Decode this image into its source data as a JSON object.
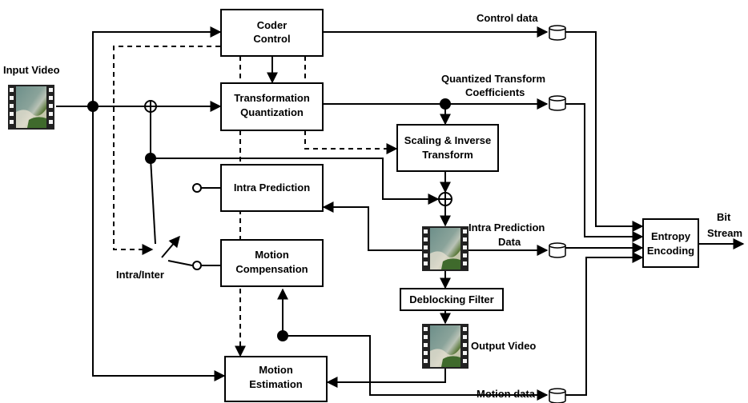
{
  "blocks": {
    "coder_control": [
      "Coder",
      "Control"
    ],
    "transform_quant": [
      "Transformation",
      "Quantization"
    ],
    "scaling_inverse": [
      "Scaling & Inverse",
      "Transform"
    ],
    "intra_prediction": [
      "Intra Prediction"
    ],
    "motion_compensation": [
      "Motion",
      "Compensation"
    ],
    "motion_estimation": [
      "Motion",
      "Estimation"
    ],
    "deblocking_filter": [
      "Deblocking Filter"
    ],
    "entropy_encoding": [
      "Entropy",
      "Encoding"
    ]
  },
  "labels": {
    "input_video": "Input Video",
    "output_video": "Output Video",
    "control_data": "Control data",
    "quantized_coeff": [
      "Quantized Transform",
      "Coefficients"
    ],
    "intra_pred_data": [
      "Intra Prediction",
      "Data"
    ],
    "motion_data": "Motion data",
    "bit_stream": [
      "Bit",
      "Stream"
    ],
    "intra_inter": "Intra/Inter"
  }
}
